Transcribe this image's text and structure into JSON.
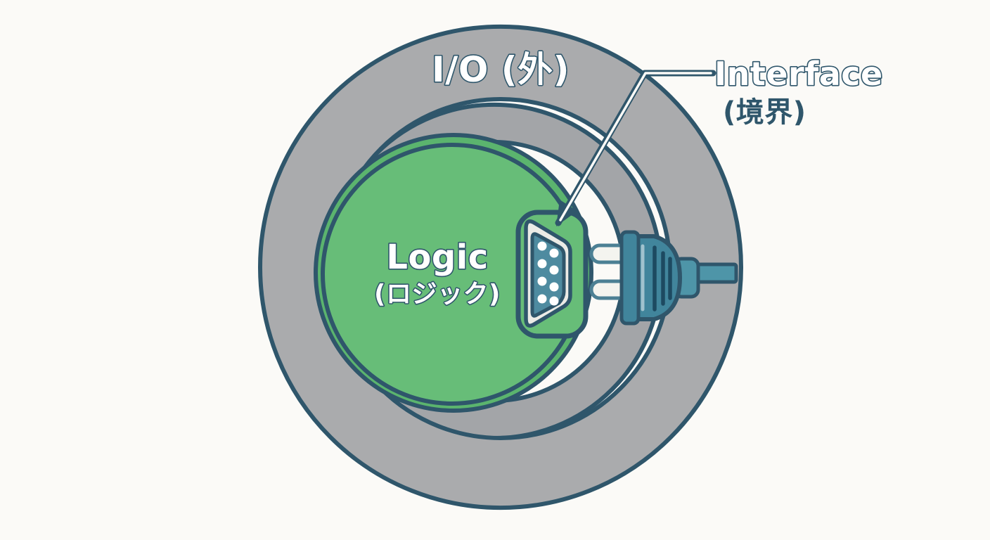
{
  "labels": {
    "outer_ring": "I/O (外)",
    "core": "Logic",
    "core_sub": "(ロジック)",
    "callout": "Interface",
    "callout_sub": "(境界)"
  },
  "icons": [
    {
      "name": "serial-port-icon",
      "meaning_shown": "interface boundary connector"
    },
    {
      "name": "power-plug-icon",
      "meaning_shown": "external I/O plugging into the core"
    },
    {
      "name": "callout-arrow-icon",
      "meaning_shown": "points from Interface label to serial port"
    }
  ],
  "colors": {
    "background": "#fbfaf7",
    "outline": "#2f566b",
    "ring_gray": "#aaabad",
    "inner_ring_gray": "#a3a5a8",
    "core_green": "#67bd78",
    "core_green_dark": "#5bb46e",
    "connector_shell": "#ebebe6",
    "connector_face": "#4e8ba0",
    "plug_teal": "#41859c",
    "cord_teal": "#4e95a8",
    "text_white": "#ffffff"
  },
  "diagram": {
    "type": "nested-circles",
    "outer_zone_label": "I/O (外)",
    "core_zone_label": "Logic (ロジック)",
    "boundary_label": "Interface (境界)"
  }
}
